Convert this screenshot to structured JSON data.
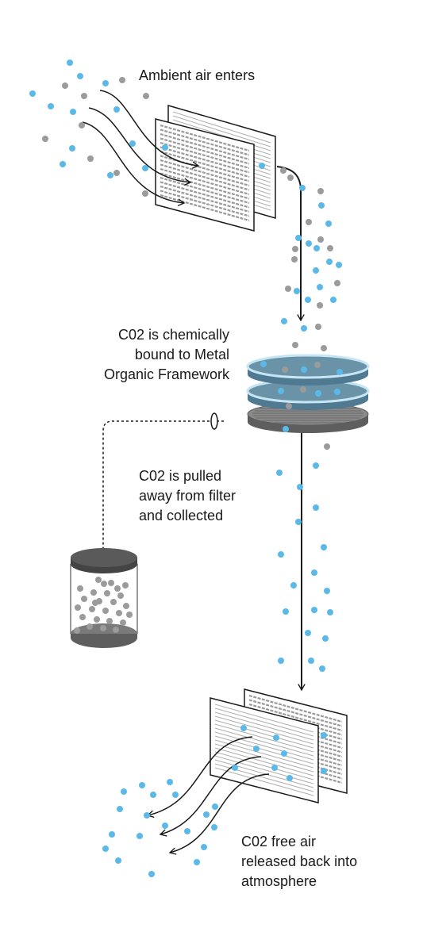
{
  "labels": {
    "intake": [
      "Ambient air enters"
    ],
    "bind": [
      "C02 is chemically",
      "bound to Metal",
      "Organic Framework"
    ],
    "collect": [
      "C02 is pulled",
      "away from filter",
      "and collected"
    ],
    "release": [
      "C02 free air",
      "released back into",
      "atmosphere"
    ]
  },
  "colors": {
    "co2_dot": "#9b9b9b",
    "air_dot": "#5ab9e8",
    "disk_blue": "#6b93a8",
    "disk_rim": "#c7e6f5",
    "disk_gray": "#5e5e5e",
    "canister_cap": "#555555",
    "stroke": "#1a1a1a"
  },
  "icons": [
    "filter-panel-icon",
    "mof-disk-icon",
    "canister-icon",
    "flow-arrow-icon"
  ]
}
